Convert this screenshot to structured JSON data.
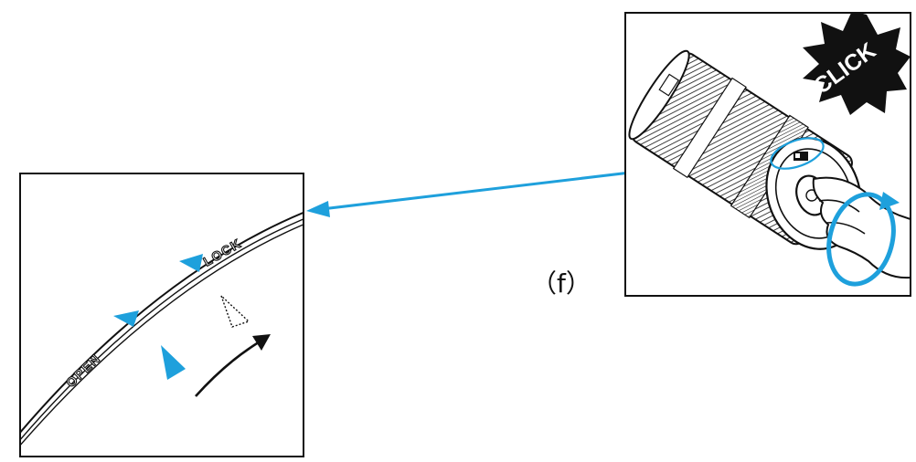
{
  "figure": {
    "caption": "（f）",
    "detail_panel": {
      "open_label": "OPEN",
      "lock_label": "LOCK"
    },
    "photo_panel": {
      "click_label": "CLICK"
    }
  },
  "colors": {
    "accent": "#1ea0dc",
    "line": "#111111",
    "background": "#ffffff"
  },
  "icons": [
    "open-marker-icon",
    "lock-marker-icon",
    "lens-marker-icon",
    "rotation-arrow-icon",
    "click-burst-icon",
    "hand-icon",
    "callout-arrow-icon"
  ]
}
